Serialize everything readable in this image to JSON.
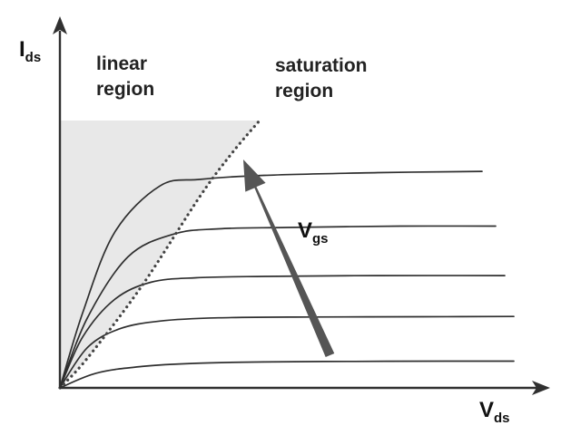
{
  "chart_data": {
    "type": "line",
    "title": "",
    "xlabel": {
      "main": "V",
      "sub": "ds"
    },
    "ylabel": {
      "main": "I",
      "sub": "ds"
    },
    "annotations": {
      "linear_region": [
        "linear",
        "region"
      ],
      "saturation_region": [
        "saturation",
        "region"
      ],
      "arrow_label": {
        "main": "V",
        "sub": "gs",
        "meaning": "increasing"
      }
    },
    "xlim": [
      0,
      10
    ],
    "ylim": [
      0,
      10
    ],
    "grid": false,
    "legend": "none",
    "boundary_curve": {
      "style": "dotted",
      "x": [
        0,
        0.6,
        1.8,
        3.1,
        3.8,
        4.4
      ],
      "y": [
        0,
        1.1,
        3.8,
        7.2,
        8.8,
        10
      ]
    },
    "series": [
      {
        "x": [
          0,
          0.8,
          1.8,
          3.0,
          4.5,
          6.5,
          8.5,
          10.0
        ],
        "y": [
          0,
          0.55,
          0.8,
          0.92,
          0.97,
          0.99,
          1.0,
          1.0
        ]
      },
      {
        "x": [
          0,
          0.6,
          1.3,
          2.2,
          3.5,
          5.5,
          8.0,
          10.0
        ],
        "y": [
          0,
          1.5,
          2.2,
          2.5,
          2.62,
          2.65,
          2.66,
          2.67
        ]
      },
      {
        "x": [
          0,
          0.5,
          1.2,
          2.0,
          3.0,
          4.5,
          7.0,
          9.8
        ],
        "y": [
          0,
          1.9,
          3.3,
          3.95,
          4.12,
          4.17,
          4.2,
          4.2
        ]
      },
      {
        "x": [
          0,
          0.6,
          1.5,
          2.5,
          3.5,
          5.0,
          7.5,
          9.6
        ],
        "y": [
          0,
          2.6,
          4.9,
          5.75,
          5.95,
          6.0,
          6.05,
          6.05
        ]
      },
      {
        "x": [
          0,
          0.5,
          1.2,
          2.2,
          3.1,
          4.5,
          7.0,
          9.3
        ],
        "y": [
          0,
          2.8,
          5.8,
          7.55,
          7.8,
          7.95,
          8.05,
          8.1
        ]
      }
    ],
    "colors": {
      "curve": "#2e2e2e",
      "axis": "#303030",
      "boundary": "#444444",
      "shade": "#e8e8e8",
      "arrow": "#555555"
    }
  }
}
